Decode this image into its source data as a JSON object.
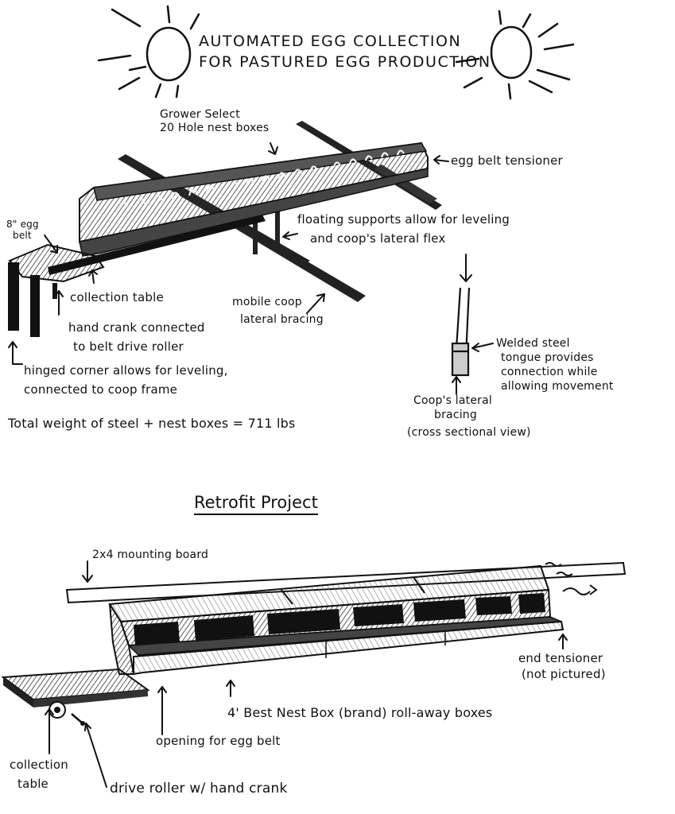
{
  "title": {
    "line1": "AUTOMATED EGG COLLECTION",
    "line2": "FOR PASTURED EGG PRODUCTION"
  },
  "top_diagram": {
    "nest_boxes": {
      "line1": "Grower Select",
      "line2": "20 Hole nest boxes"
    },
    "tensioner": "egg belt tensioner",
    "egg_belt": {
      "line1": "8\" egg",
      "line2": "belt"
    },
    "floating_supports": {
      "line1": "floating supports allow for leveling",
      "line2": "and coop's lateral flex"
    },
    "collection_table": "collection table",
    "lateral_bracing": {
      "line1": "mobile coop",
      "line2": "lateral bracing"
    },
    "hand_crank": {
      "line1": "hand crank connected",
      "line2": "to belt drive roller"
    },
    "hinged_corner": {
      "line1": "hinged corner allows for leveling,",
      "line2": "connected to coop frame"
    },
    "tongue": {
      "line1": "Welded steel",
      "line2": "tongue provides",
      "line3": "connection while",
      "line4": "allowing movement"
    },
    "bracing_section": {
      "line1": "Coop's lateral",
      "line2": "bracing",
      "line3": "(cross sectional view)"
    },
    "total_weight": "Total weight of steel + nest boxes = 711 lbs"
  },
  "retrofit": {
    "heading": "Retrofit Project",
    "mounting_board": "2x4 mounting board",
    "end_tensioner": {
      "line1": "end tensioner",
      "line2": "(not pictured)"
    },
    "boxes": "4' Best Nest Box (brand) roll-away boxes",
    "opening": "opening for egg belt",
    "collection_table": {
      "line1": "collection",
      "line2": "table"
    },
    "drive_roller": "drive roller w/ hand crank"
  },
  "colors": {
    "ink": "#111111",
    "shade": "#555555",
    "paper": "#ffffff"
  },
  "icons": [
    "sun-icon-left",
    "sun-icon-right"
  ]
}
